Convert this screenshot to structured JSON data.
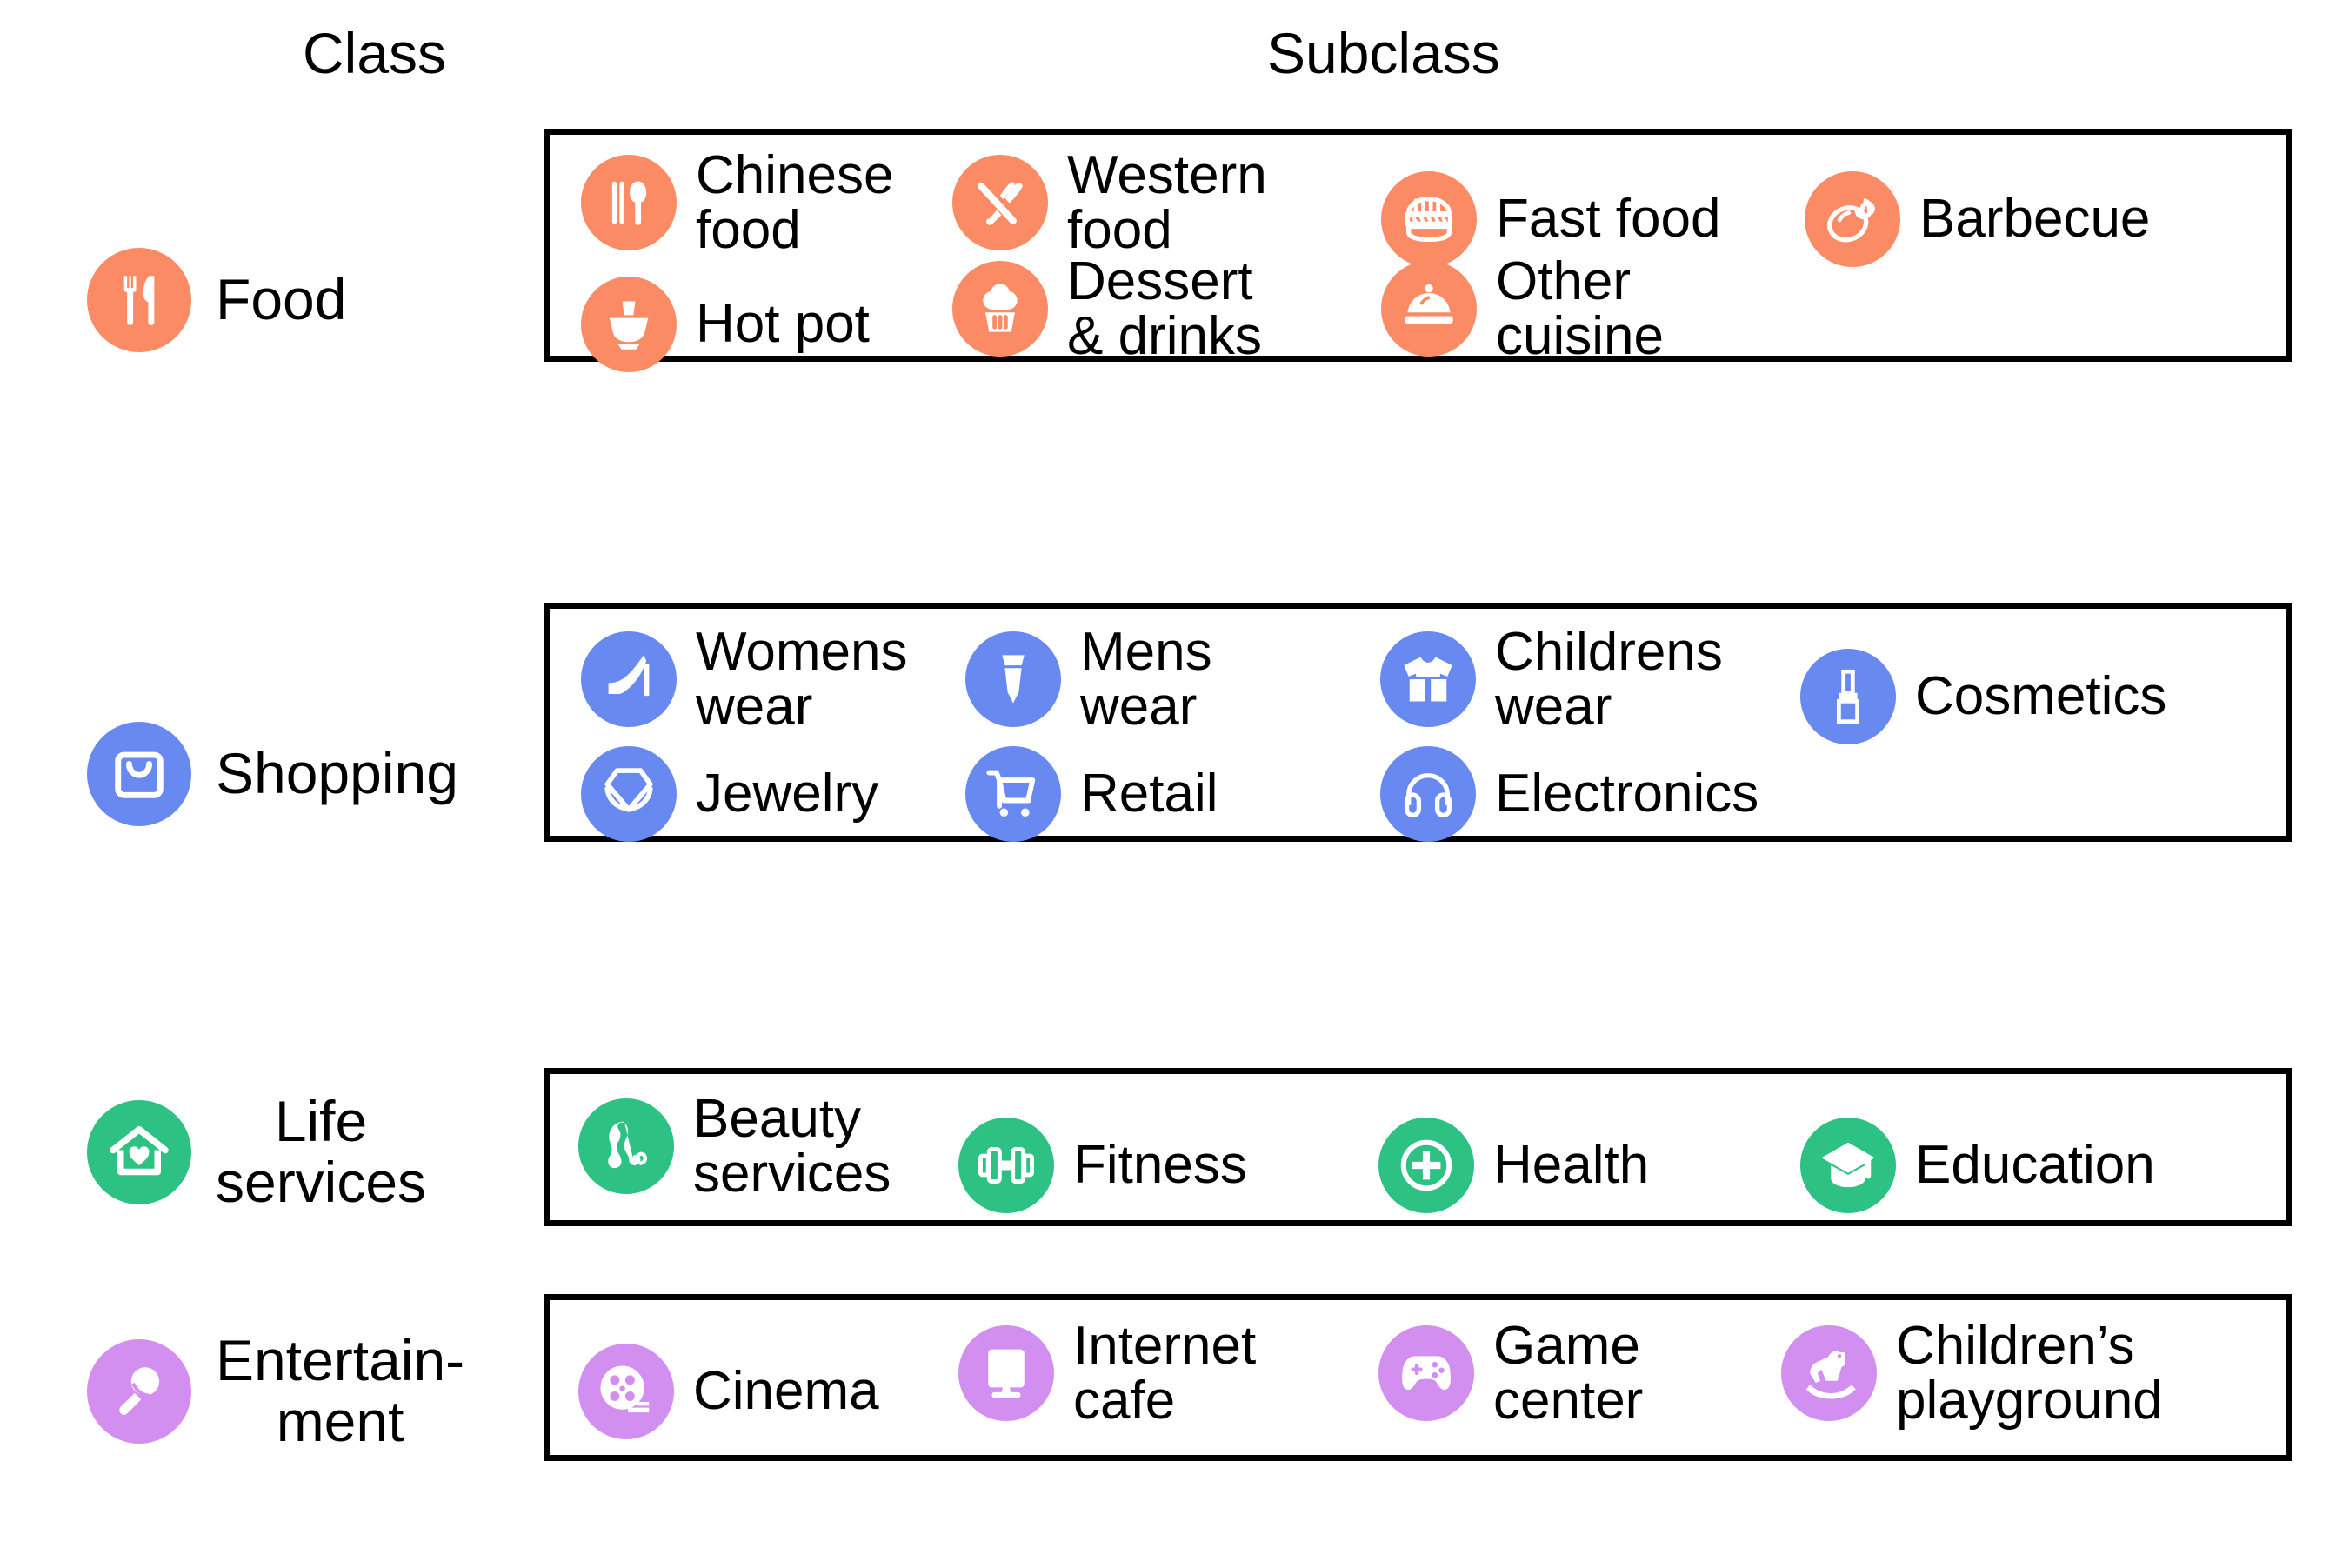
{
  "headers": {
    "class": "Class",
    "subclass": "Subclass"
  },
  "colors": {
    "food": "#FB8B64",
    "shopping": "#6889F0",
    "life": "#2DC184",
    "entertainment": "#D28FF0",
    "box_border": "#000000",
    "icon_glyph": "#FFFFFF",
    "text": "#000000",
    "background": "#FFFFFF"
  },
  "classes": [
    {
      "id": "food",
      "label": "Food",
      "icon": "fork-knife-icon",
      "color": "#FB8B64",
      "subclasses": [
        {
          "label": "Chinese\nfood",
          "icon": "chopsticks-spoon-icon"
        },
        {
          "label": "Western\nfood",
          "icon": "crossed-fork-knife-icon"
        },
        {
          "label": "Fast food",
          "icon": "burger-icon"
        },
        {
          "label": "Barbecue",
          "icon": "drumstick-icon"
        },
        {
          "label": "Hot pot",
          "icon": "hotpot-icon"
        },
        {
          "label": "Dessert\n& drinks",
          "icon": "cupcake-icon"
        },
        {
          "label": "Other\ncuisine",
          "icon": "cloche-icon"
        }
      ]
    },
    {
      "id": "shopping",
      "label": "Shopping",
      "icon": "shopping-bag-icon",
      "color": "#6889F0",
      "subclasses": [
        {
          "label": "Womens\nwear",
          "icon": "high-heel-icon"
        },
        {
          "label": "Mens\nwear",
          "icon": "necktie-icon"
        },
        {
          "label": "Childrens\nwear",
          "icon": "tshirt-icon"
        },
        {
          "label": "Cosmetics",
          "icon": "lipstick-icon"
        },
        {
          "label": "Jewelry",
          "icon": "gem-icon"
        },
        {
          "label": "Retail",
          "icon": "shopping-cart-icon"
        },
        {
          "label": "Electronics",
          "icon": "headphones-icon"
        }
      ]
    },
    {
      "id": "life",
      "label": "Life\nservices",
      "icon": "house-heart-icon",
      "color": "#2DC184",
      "subclasses": [
        {
          "label": "Beauty\nservices",
          "icon": "hair-salon-icon"
        },
        {
          "label": "Fitness",
          "icon": "dumbbell-icon"
        },
        {
          "label": "Health",
          "icon": "medical-cross-icon"
        },
        {
          "label": "Education",
          "icon": "graduation-cap-icon"
        }
      ]
    },
    {
      "id": "entertainment",
      "label": "Entertain-\nment",
      "icon": "microphone-icon",
      "color": "#D28FF0",
      "subclasses": [
        {
          "label": "Cinema",
          "icon": "film-reel-icon"
        },
        {
          "label": "Internet\ncafe",
          "icon": "monitor-icon"
        },
        {
          "label": "Game\ncenter",
          "icon": "gamepad-icon"
        },
        {
          "label": "Children’s\nplayground",
          "icon": "rocking-horse-icon"
        }
      ]
    }
  ]
}
